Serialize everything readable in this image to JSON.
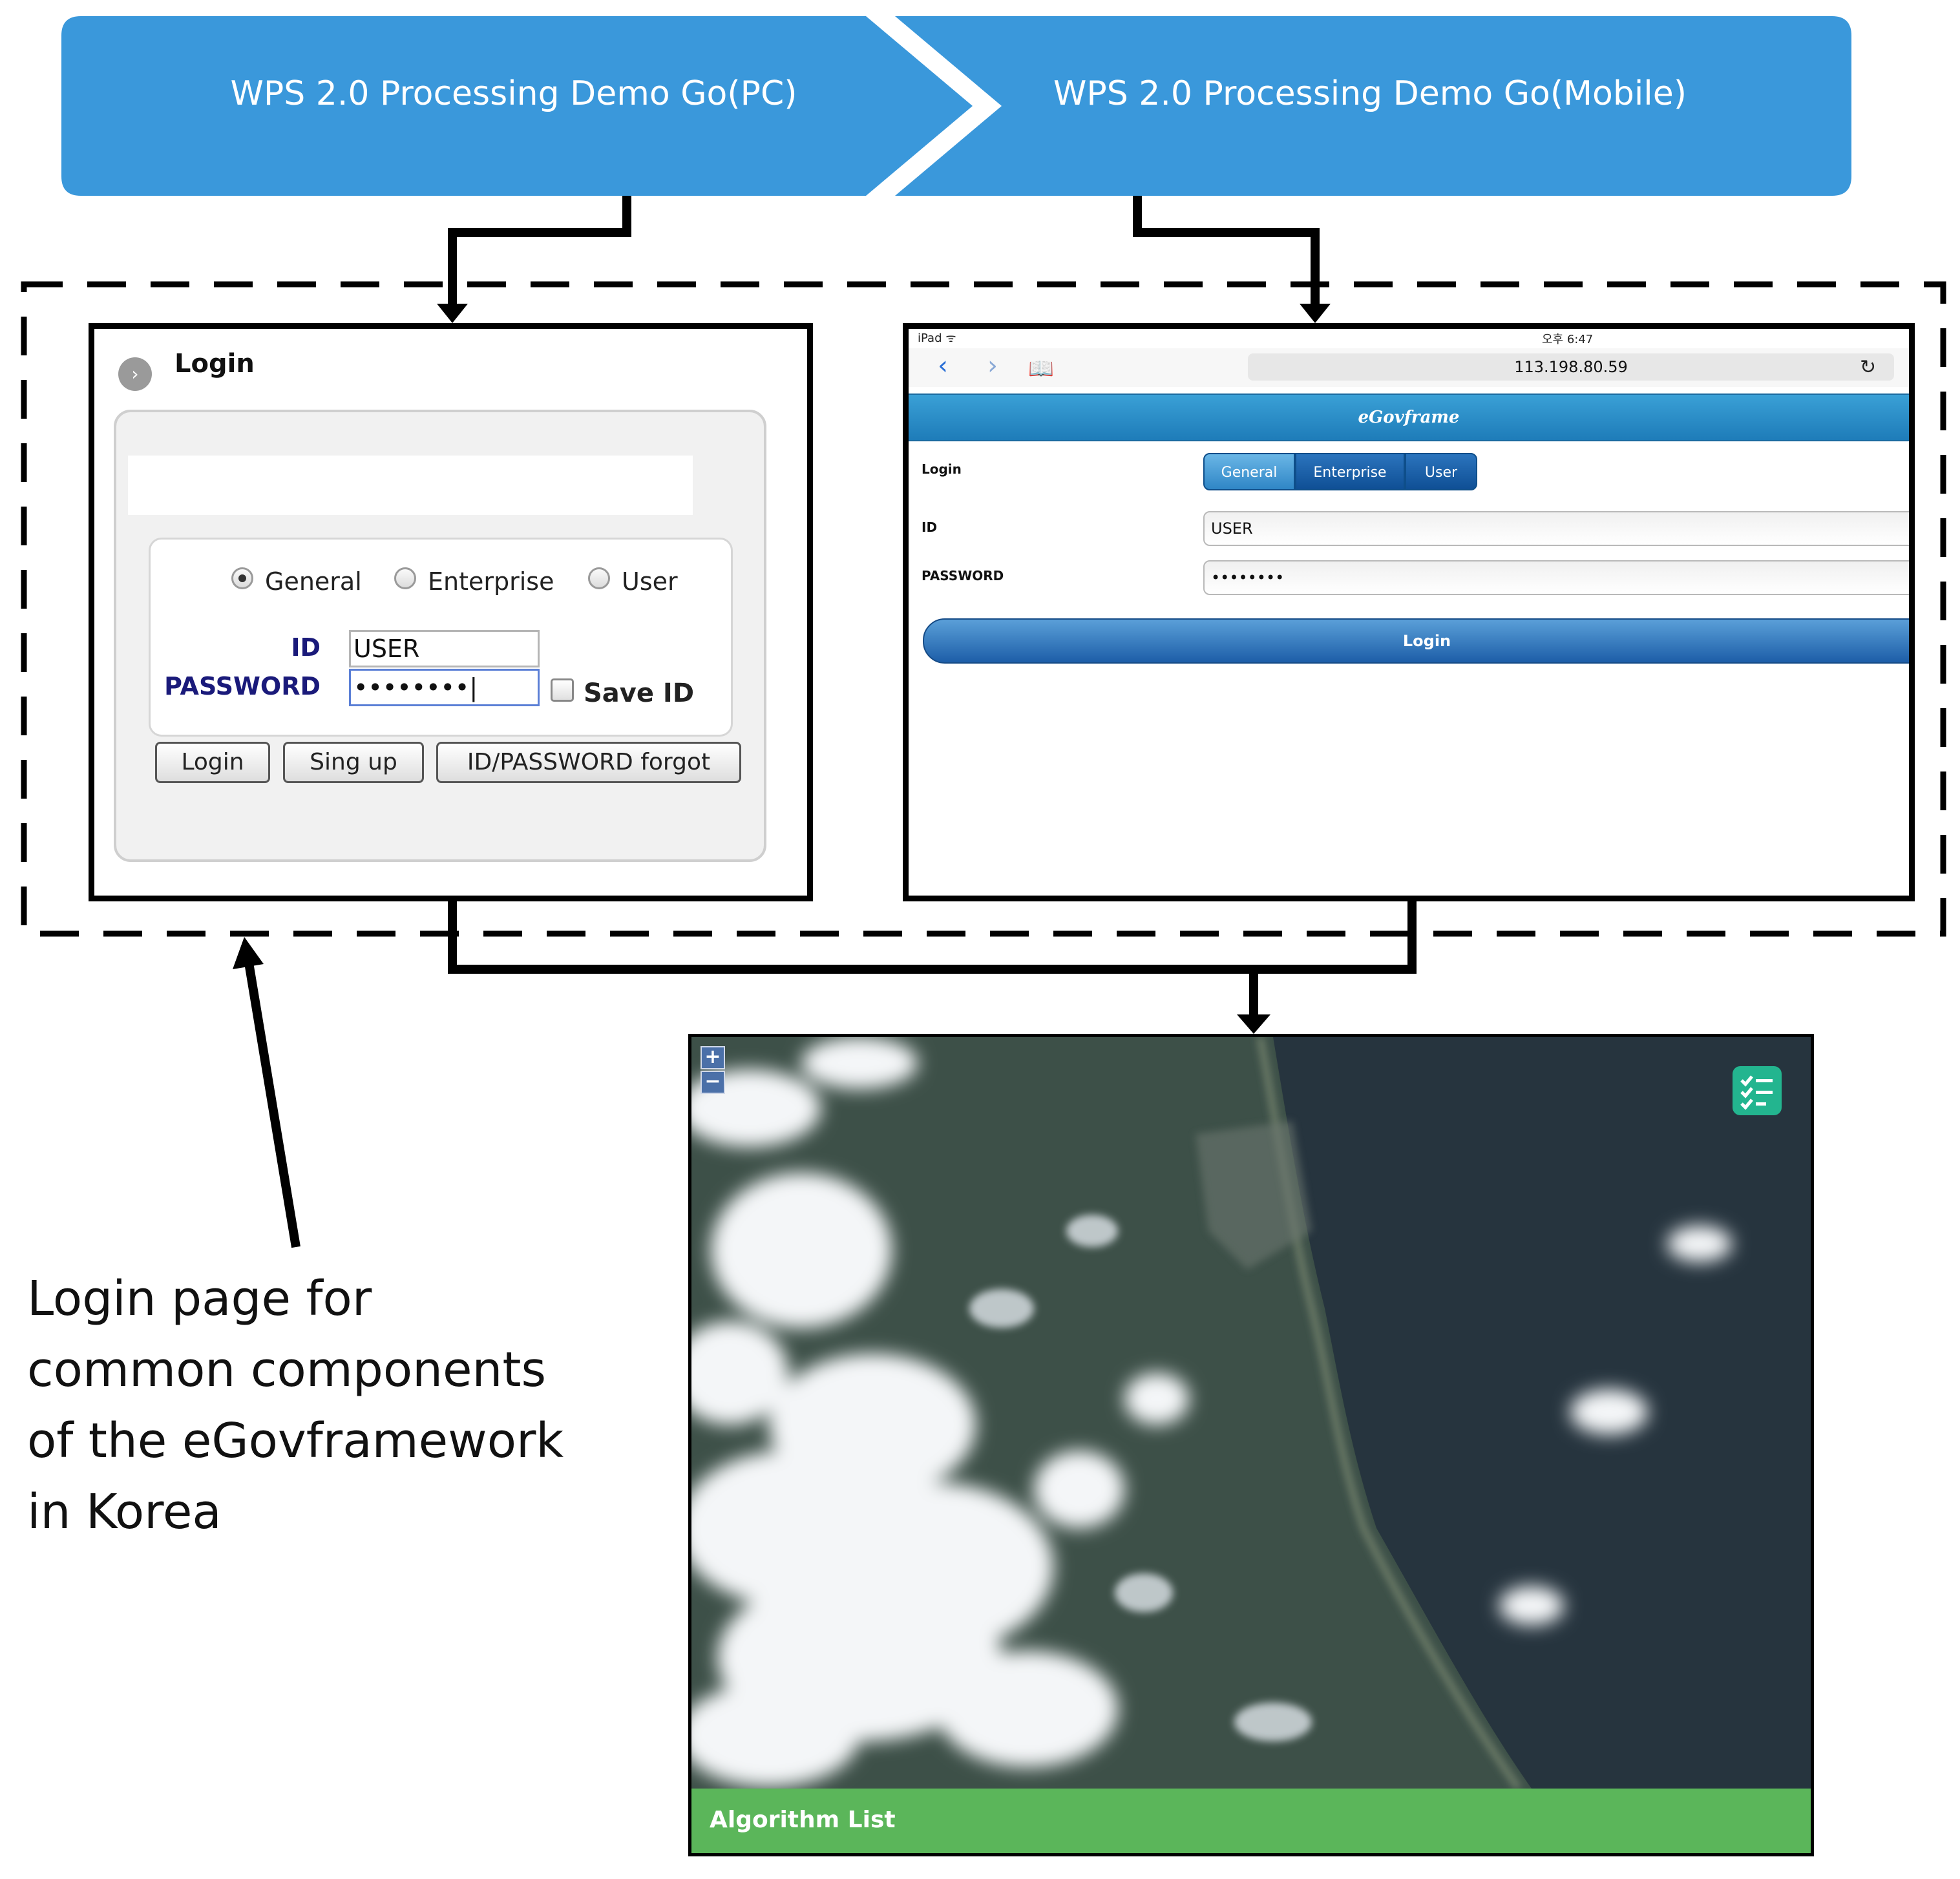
{
  "banner": {
    "pc_label": "WPS 2.0 Processing Demo Go(PC)",
    "mobile_label": "WPS 2.0 Processing Demo Go(Mobile)",
    "color": "#3a98db"
  },
  "pc_login": {
    "title": "Login",
    "radios": [
      {
        "label": "General",
        "selected": true
      },
      {
        "label": "Enterprise",
        "selected": false
      },
      {
        "label": "User",
        "selected": false
      }
    ],
    "id_label": "ID",
    "id_value": "USER",
    "password_label": "PASSWORD",
    "password_value": "••••••••|",
    "save_id_label": "Save ID",
    "buttons": {
      "login": "Login",
      "signup": "Sing up",
      "forgot": "ID/PASSWORD forgot"
    }
  },
  "mobile_login": {
    "status_left": "iPad ᯤ",
    "status_time": "오후 6:47",
    "url": "113.198.80.59",
    "brand": "eGovframe",
    "login_label": "Login",
    "segments": [
      "General",
      "Enterprise",
      "User"
    ],
    "id_label": "ID",
    "id_value": "USER",
    "password_label": "PASSWORD",
    "password_value": "••••••••",
    "login_button": "Login"
  },
  "map": {
    "zoom_in": "+",
    "zoom_out": "−",
    "bottom_label": "Algorithm List",
    "bar_color": "#5bb65a"
  },
  "caption": {
    "lines": [
      "Login page for",
      "common components",
      "of the eGovframework",
      "in Korea"
    ]
  }
}
